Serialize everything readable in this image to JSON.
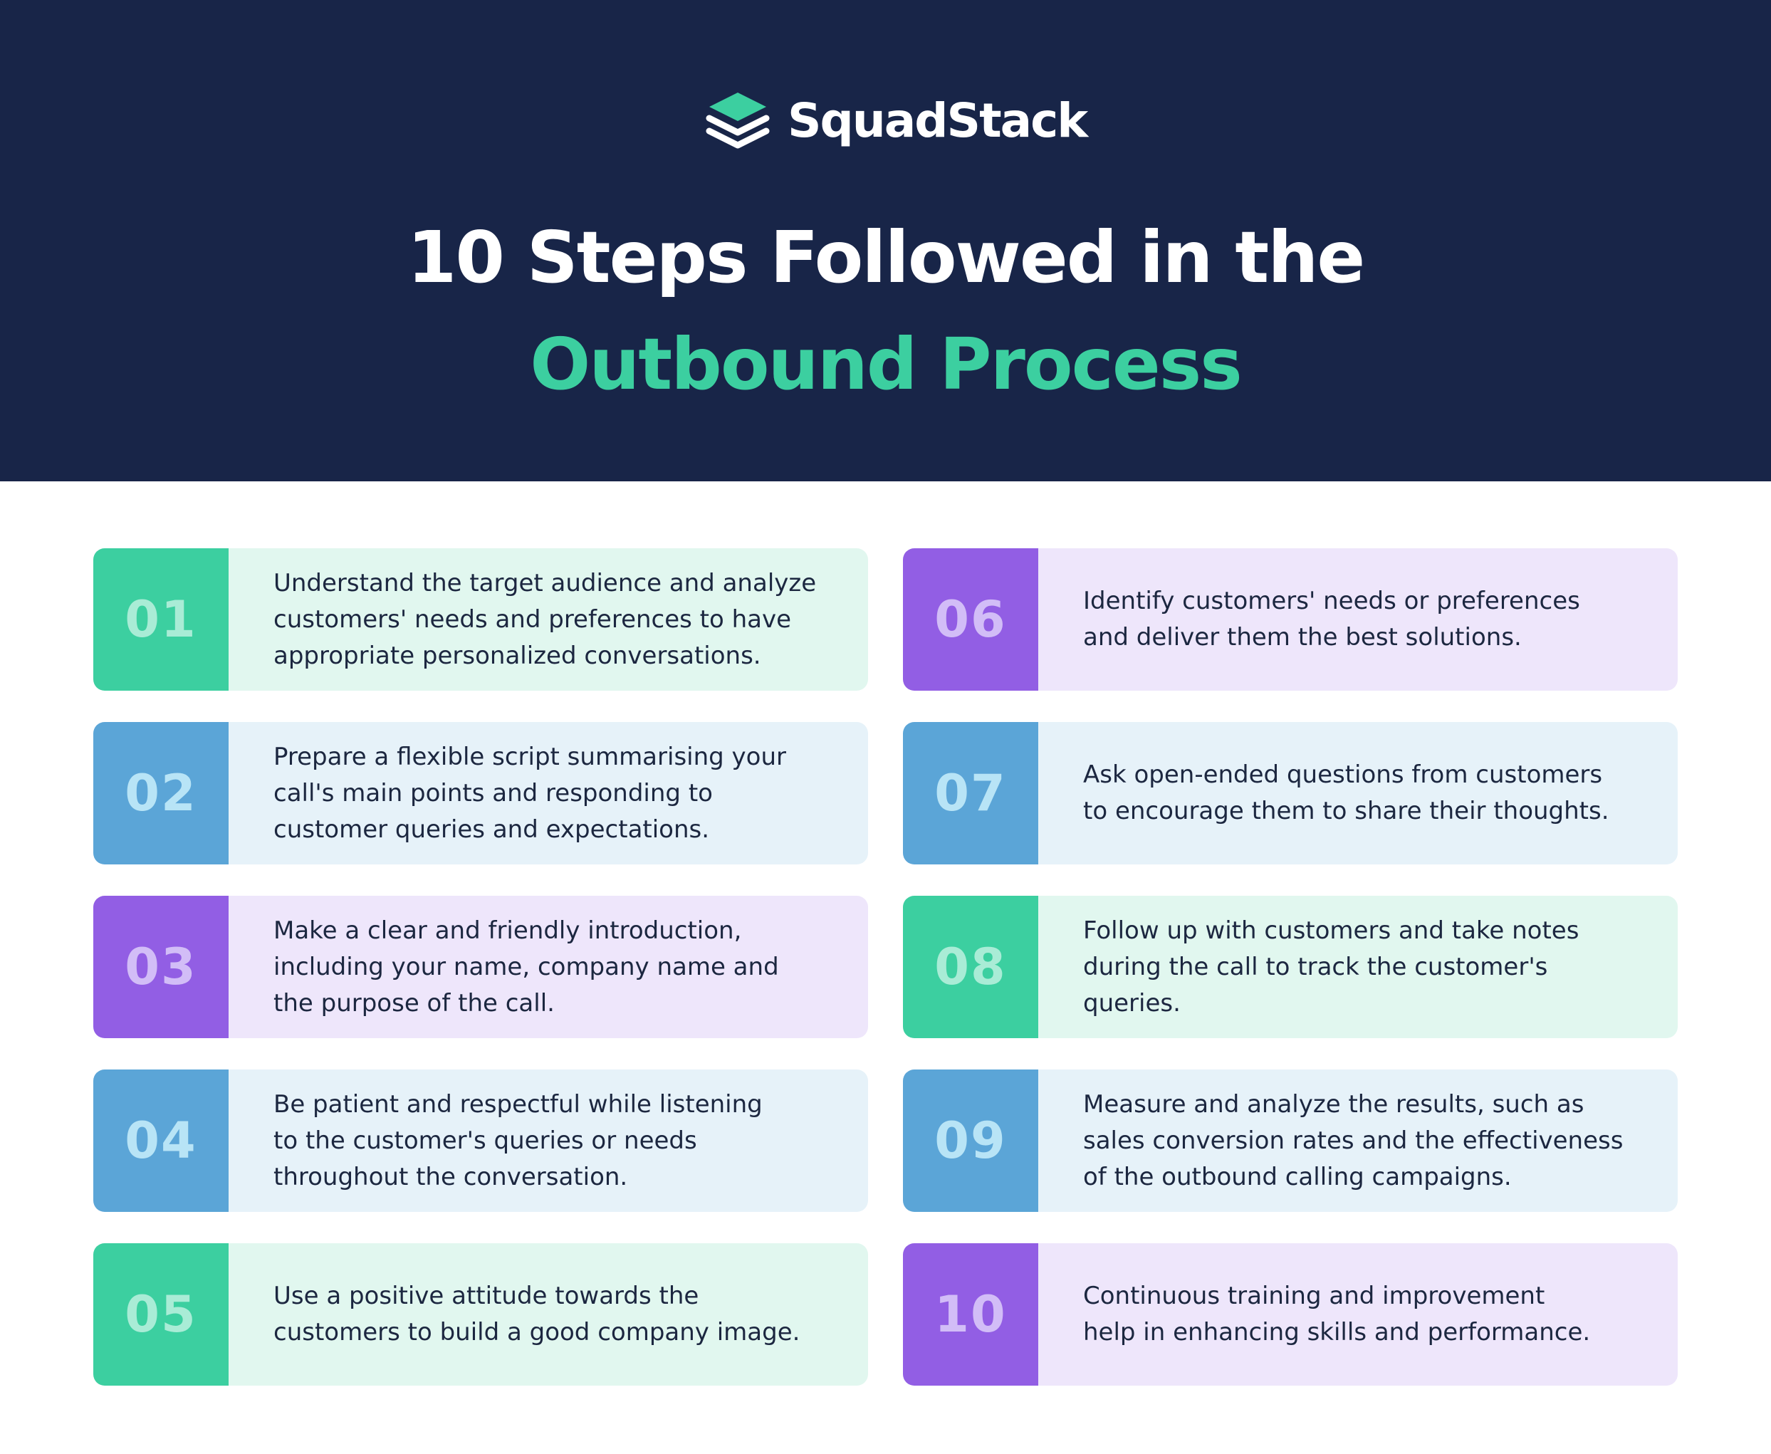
{
  "brand": {
    "name": "SquadStack",
    "icon": "stacked-layers-logo-icon"
  },
  "title": {
    "line1": "10 Steps Followed in the",
    "line2": "Outbound Process"
  },
  "colors": {
    "header_bg": "#182548",
    "accent_green": "#3ccfa0",
    "accent_blue": "#5ba5d7",
    "accent_purple": "#925ee4"
  },
  "steps": [
    {
      "number": "01",
      "color": "green",
      "text": "Understand the target audience and analyze\ncustomers' needs and preferences to have\nappropriate personalized conversations."
    },
    {
      "number": "02",
      "color": "blue",
      "text": "Prepare a flexible script summarising your\ncall's main points and responding to\ncustomer queries and expectations."
    },
    {
      "number": "03",
      "color": "purple",
      "text": "Make a clear and friendly introduction,\nincluding your name, company name and\nthe purpose of the call."
    },
    {
      "number": "04",
      "color": "blue",
      "text": "Be patient and respectful while listening\nto the customer's queries or needs\nthroughout the conversation."
    },
    {
      "number": "05",
      "color": "green",
      "text": "Use a positive attitude towards the\ncustomers to build a good company image."
    },
    {
      "number": "06",
      "color": "purple",
      "text": "Identify customers' needs or preferences\nand deliver them the best solutions."
    },
    {
      "number": "07",
      "color": "blue",
      "text": "Ask open-ended questions from customers\nto encourage them to share their thoughts."
    },
    {
      "number": "08",
      "color": "green",
      "text": "Follow up with customers and take notes\nduring the call to track the customer's queries."
    },
    {
      "number": "09",
      "color": "blue",
      "text": "Measure and analyze the results, such as\nsales conversion rates and the effectiveness\nof the outbound calling campaigns."
    },
    {
      "number": "10",
      "color": "purple",
      "text": "Continuous training and improvement\nhelp in enhancing skills and performance."
    }
  ]
}
